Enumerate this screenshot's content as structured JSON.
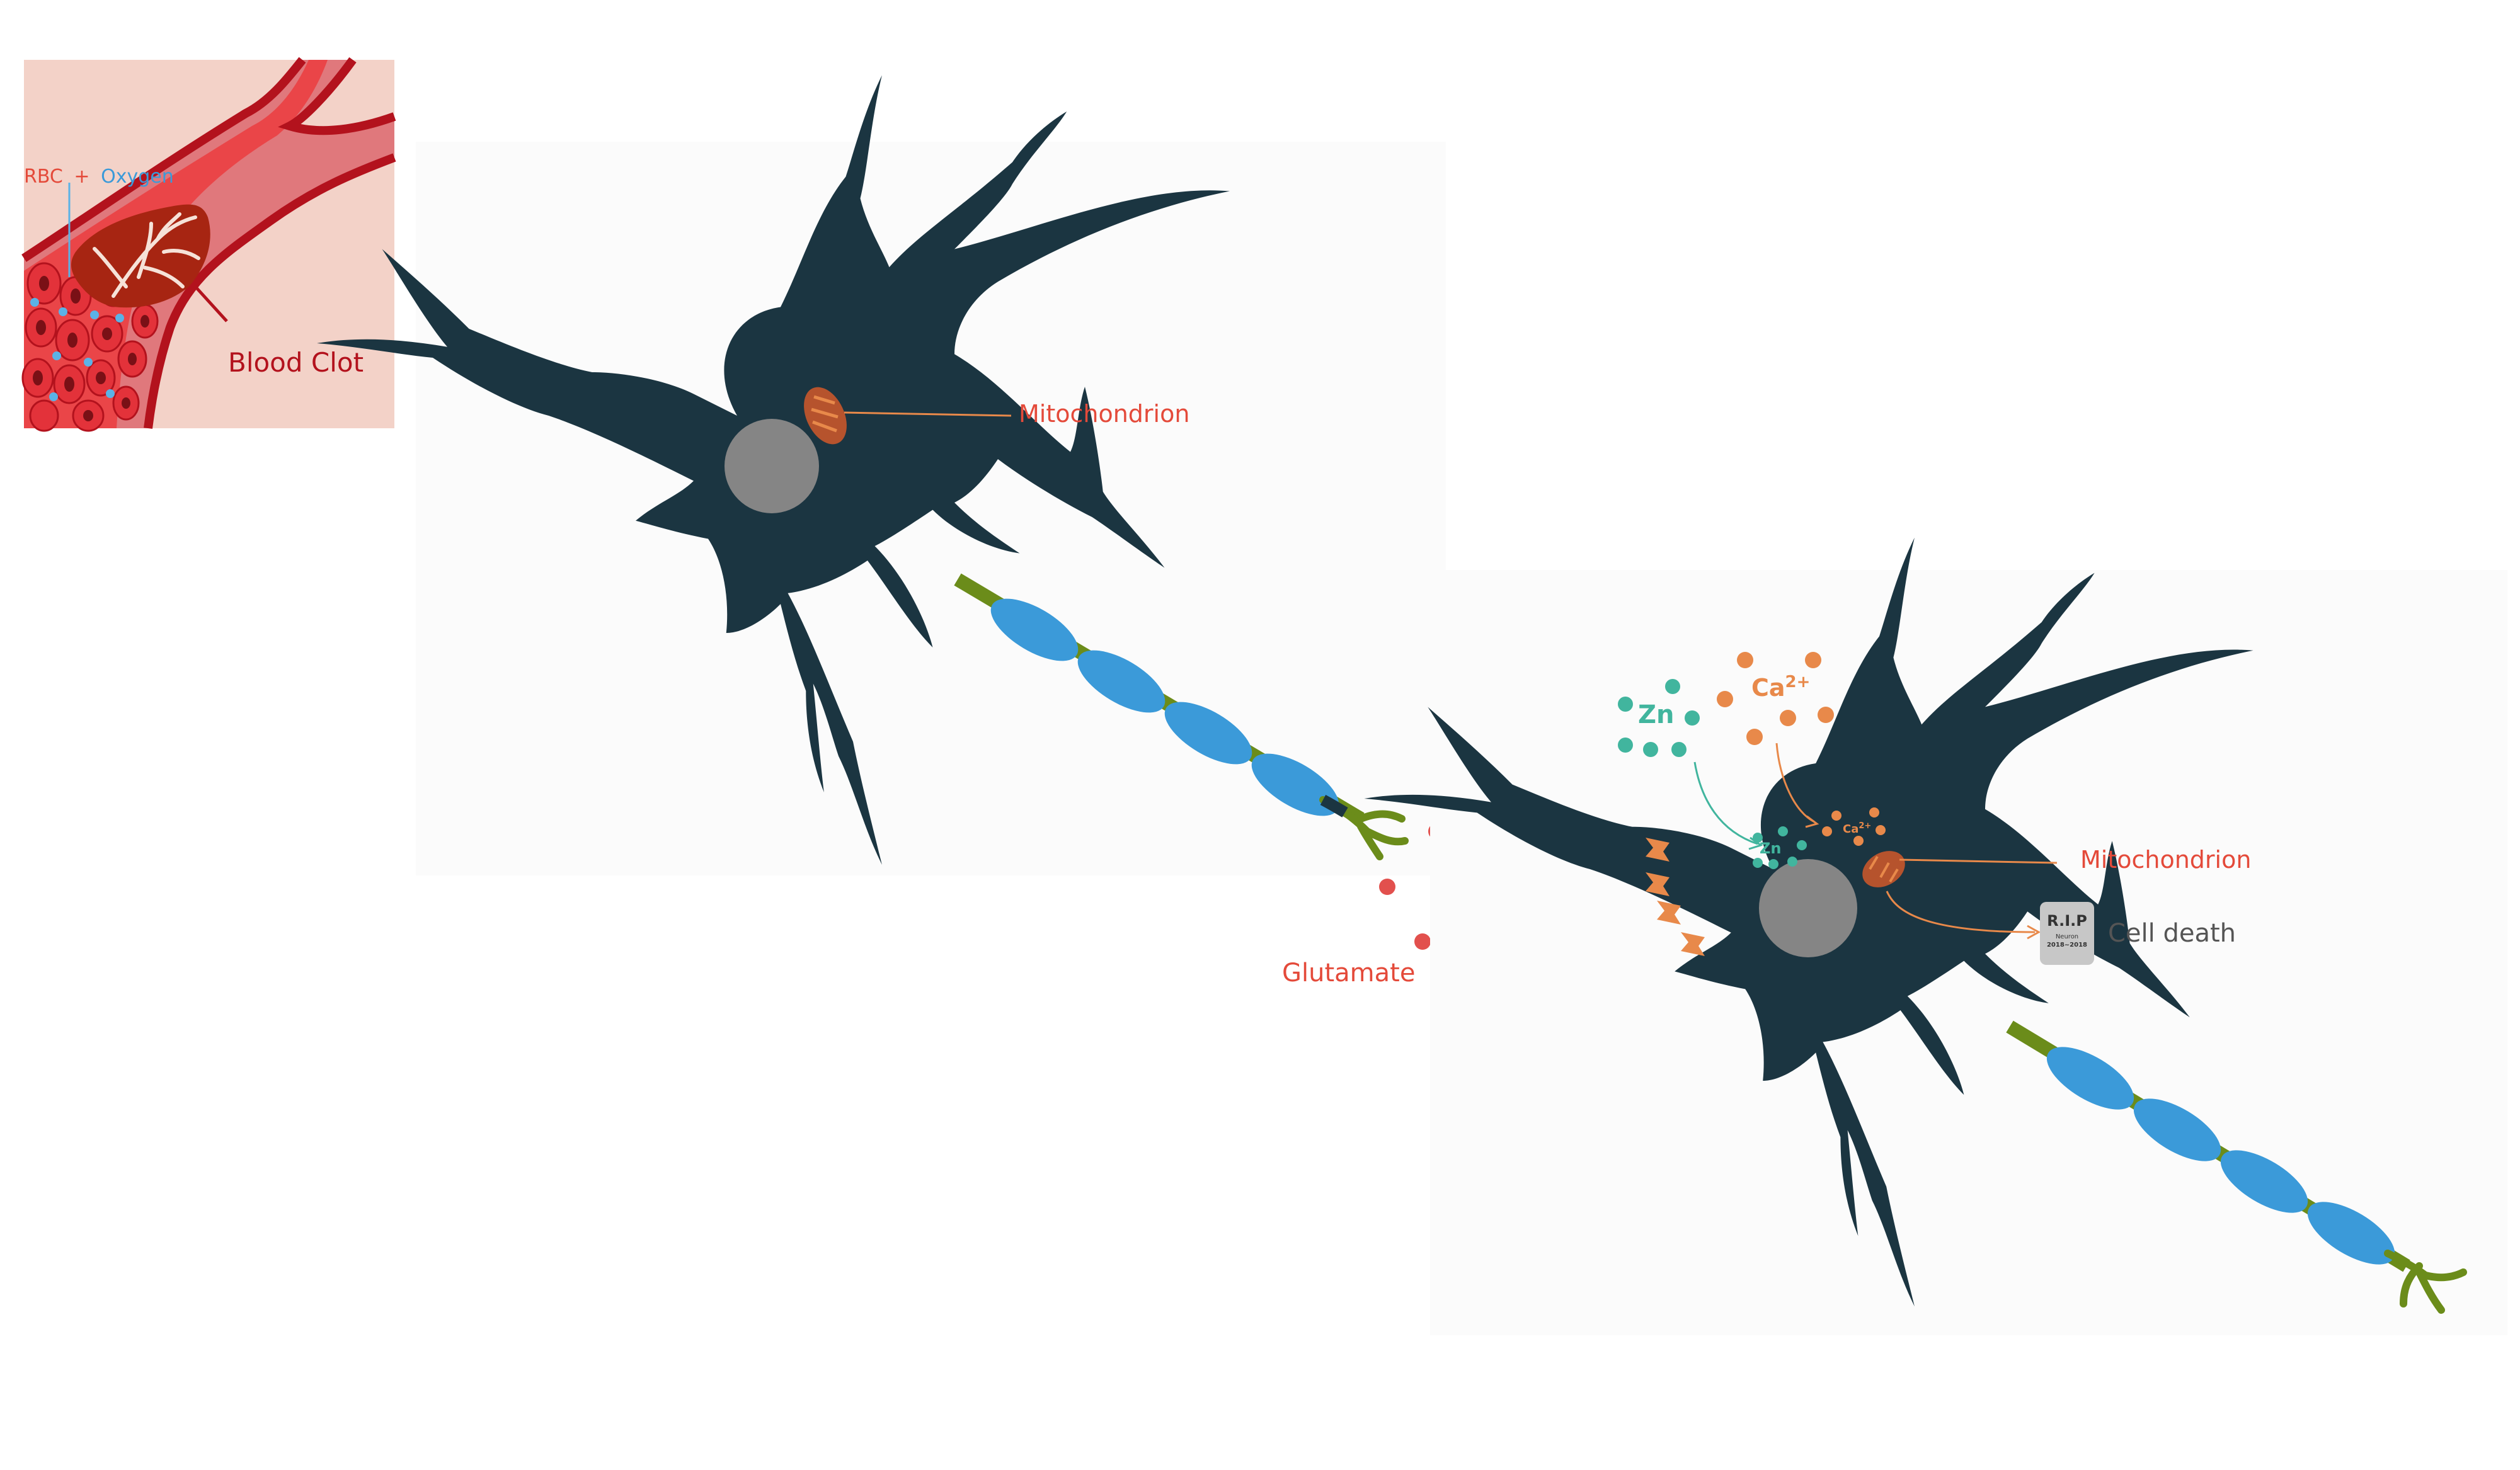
{
  "inset": {
    "rbc_label": "RBC",
    "plus": "+",
    "oxygen_label": "Oxygen",
    "clot_label": "Blood Clot"
  },
  "neuron_top": {
    "mitochondrion_label": "Mitochondrion"
  },
  "synapse": {
    "glutamate_label": "Glutamate"
  },
  "neuron_bottom": {
    "zn_label": "Zn",
    "ca_label": "Ca",
    "ca_sup": "2+",
    "zn_inner_label": "Zn",
    "ca_inner_label": "Ca",
    "ca_inner_sup": "2+",
    "mitochondrion_label": "Mitochondrion",
    "rip_title": "R.I.P",
    "rip_sub1": "Neuron",
    "rip_sub2": "2018~2018",
    "cell_death_label": "Cell death"
  },
  "colors": {
    "neuron_body": "#1b3541",
    "nucleus": "#858585",
    "myelin": "#3b9ad9",
    "node": "#6b8c1a",
    "glutamate": "#e2504d",
    "zinc": "#41b59e",
    "calcium": "#e8894a",
    "label_red": "#e44a3a",
    "blood_dark": "#b3121d",
    "blood_cell": "#e3323a",
    "inset_bg": "#f3d2c8"
  }
}
